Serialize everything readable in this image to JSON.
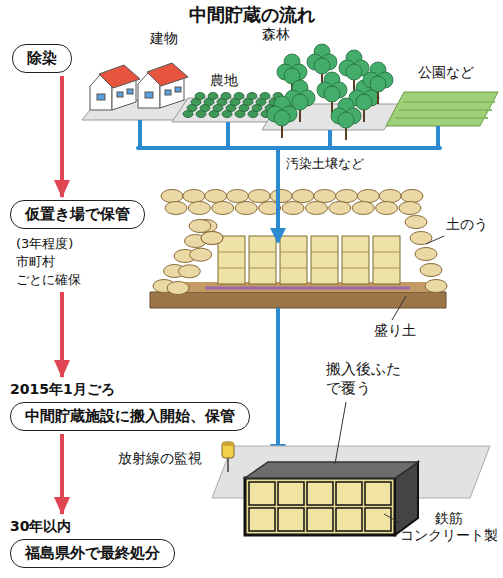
{
  "diagram": {
    "title": "中間貯蔵の流れ",
    "nodes": [
      {
        "text": [
          "除染"
        ]
      },
      {
        "text": [
          "仮置き場で保管",
          "(3年程度) 市町村 ごとに確保"
        ]
      },
      {
        "text": [
          "2015年1月ごろ",
          "中間貯蔵施設に搬入開始、保管"
        ]
      },
      {
        "text": [
          "30年以内",
          "福島県外で最終処分"
        ]
      }
    ],
    "edges": [
      {
        "from": 0,
        "to": 1,
        "arrow": "to"
      },
      {
        "from": 1,
        "to": 2,
        "arrow": "to"
      },
      {
        "from": 2,
        "to": 3,
        "arrow": "to"
      }
    ],
    "labels": [
      "建物",
      "農地",
      "森林",
      "公園など",
      "汚染土壌など",
      "土のう",
      "盛り土",
      "搬入後ふたで覆う",
      "放射線の監視",
      "鉄筋 コンクリート製"
    ]
  }
}
